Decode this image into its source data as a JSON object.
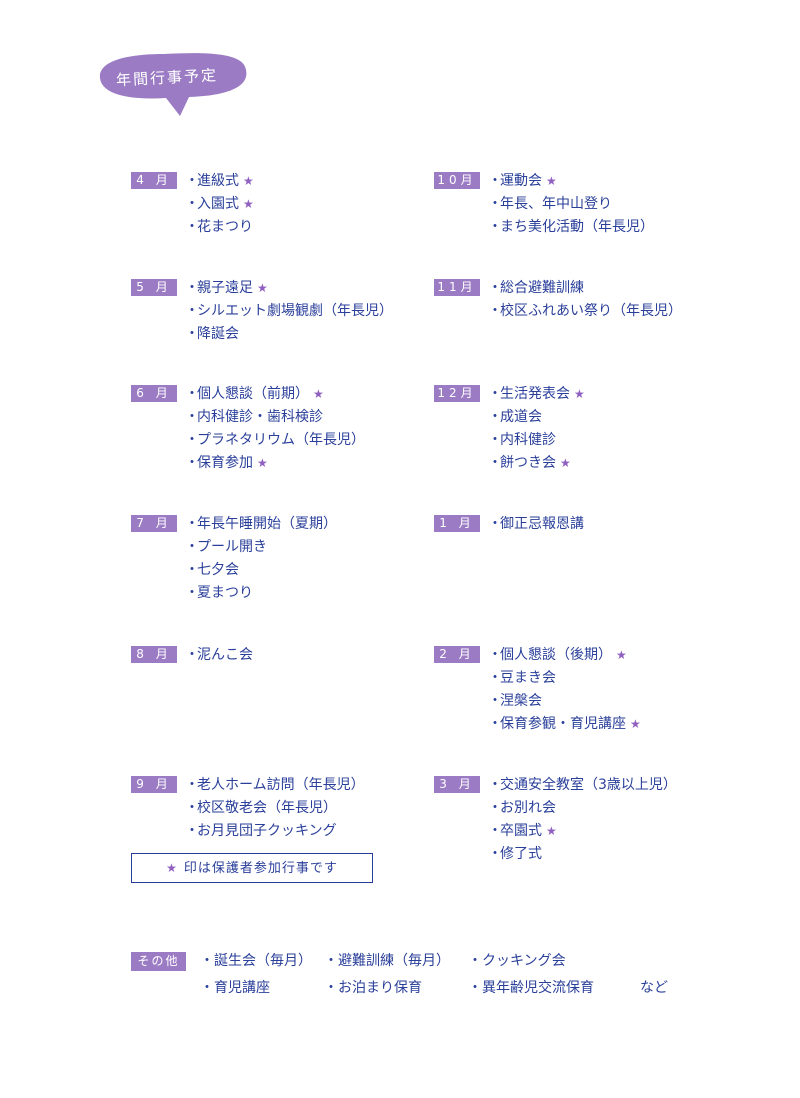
{
  "title": "年間行事予定",
  "months": [
    {
      "label": "4 月",
      "events": [
        {
          "text": "進級式",
          "star": true
        },
        {
          "text": "入園式",
          "star": true
        },
        {
          "text": "花まつり",
          "star": false
        }
      ]
    },
    {
      "label": "5 月",
      "events": [
        {
          "text": "親子遠足",
          "star": true
        },
        {
          "text": "シルエット劇場観劇（年長児）",
          "star": false
        },
        {
          "text": "降誕会",
          "star": false
        }
      ]
    },
    {
      "label": "6 月",
      "events": [
        {
          "text": "個人懇談（前期）",
          "star": true
        },
        {
          "text": "内科健診・歯科検診",
          "star": false
        },
        {
          "text": "プラネタリウム（年長児）",
          "star": false
        },
        {
          "text": "保育参加",
          "star": true
        }
      ]
    },
    {
      "label": "7 月",
      "events": [
        {
          "text": "年長午睡開始（夏期）",
          "star": false
        },
        {
          "text": "プール開き",
          "star": false
        },
        {
          "text": "七夕会",
          "star": false
        },
        {
          "text": "夏まつり",
          "star": false
        }
      ]
    },
    {
      "label": "8 月",
      "events": [
        {
          "text": "泥んこ会",
          "star": false
        }
      ]
    },
    {
      "label": "9 月",
      "events": [
        {
          "text": "老人ホーム訪問（年長児）",
          "star": false
        },
        {
          "text": "校区敬老会（年長児）",
          "star": false
        },
        {
          "text": "お月見団子クッキング",
          "star": false
        }
      ]
    },
    {
      "label": "10月",
      "events": [
        {
          "text": "運動会",
          "star": true
        },
        {
          "text": "年長、年中山登り",
          "star": false
        },
        {
          "text": "まち美化活動（年長児）",
          "star": false
        }
      ]
    },
    {
      "label": "11月",
      "events": [
        {
          "text": "総合避難訓練",
          "star": false
        },
        {
          "text": "校区ふれあい祭り（年長児）",
          "star": false
        }
      ]
    },
    {
      "label": "12月",
      "events": [
        {
          "text": "生活発表会",
          "star": true
        },
        {
          "text": "成道会",
          "star": false
        },
        {
          "text": "内科健診",
          "star": false
        },
        {
          "text": "餅つき会",
          "star": true
        }
      ]
    },
    {
      "label": "1 月",
      "events": [
        {
          "text": "御正忌報恩講",
          "star": false
        }
      ]
    },
    {
      "label": "2 月",
      "events": [
        {
          "text": "個人懇談（後期）",
          "star": true
        },
        {
          "text": "豆まき会",
          "star": false
        },
        {
          "text": "涅槃会",
          "star": false
        },
        {
          "text": "保育参観・育児講座",
          "star": true
        }
      ]
    },
    {
      "label": "3 月",
      "events": [
        {
          "text": "交通安全教室（3歳以上児）",
          "star": false
        },
        {
          "text": "お別れ会",
          "star": false
        },
        {
          "text": "卒園式",
          "star": true
        },
        {
          "text": "修了式",
          "star": false
        }
      ]
    }
  ],
  "legend": {
    "star": "★",
    "text": "印は保護者参加行事です"
  },
  "other": {
    "label": "その他",
    "row1": [
      "誕生会（毎月）",
      "避難訓練（毎月）",
      "クッキング会"
    ],
    "row2": [
      "育児講座",
      "お泊まり保育",
      "異年齢児交流保育"
    ],
    "trailing": "など"
  }
}
